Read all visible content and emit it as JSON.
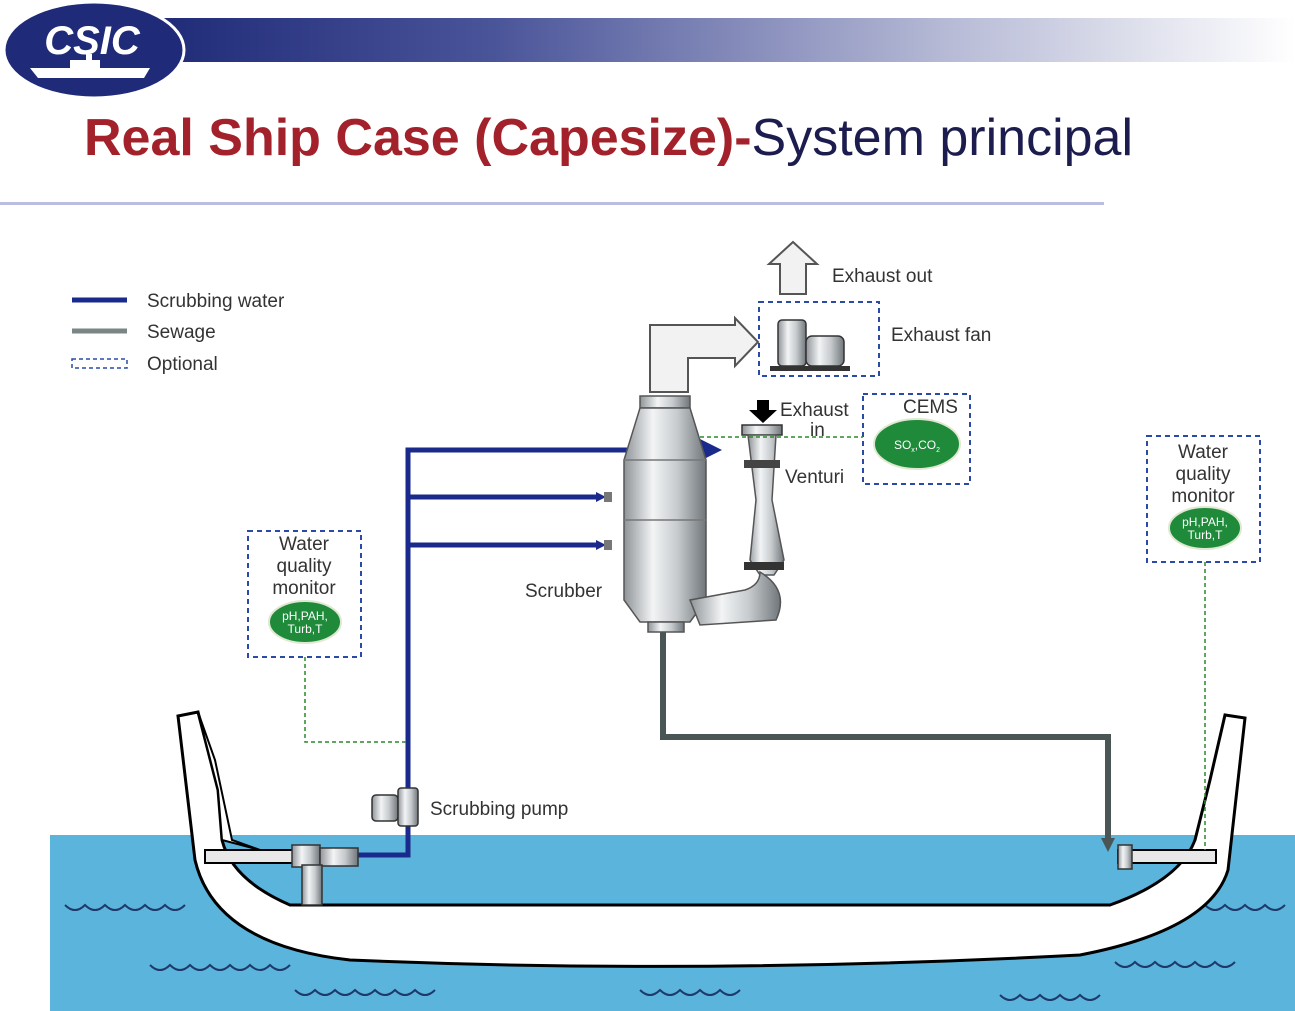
{
  "logo": {
    "text": "CSIC"
  },
  "title": {
    "part1": "Real Ship Case (Capesize)-",
    "part2": "System principal"
  },
  "legend": {
    "scrubbing_water": "Scrubbing water",
    "sewage": "Sewage",
    "optional": "Optional"
  },
  "labels": {
    "exhaust_out": "Exhaust out",
    "exhaust_fan": "Exhaust fan",
    "exhaust_in_1": "Exhaust",
    "exhaust_in_2": "in",
    "cems": "CEMS",
    "venturi": "Venturi",
    "scrubber": "Scrubber",
    "scrubbing_pump": "Scrubbing pump"
  },
  "wqm_left": {
    "l1": "Water",
    "l2": "quality",
    "l3": "monitor",
    "p1": "pH,PAH,",
    "p2": "Turb,T"
  },
  "wqm_right": {
    "l1": "Water",
    "l2": "quality",
    "l3": "monitor",
    "p1": "pH,PAH,",
    "p2": "Turb,T"
  },
  "colors": {
    "scrubbing_water": "#1a2a8c",
    "sewage": "#4a5656",
    "optional": "#2a8a2a",
    "sea": "#5bb4dc",
    "title_red": "#a3212a"
  }
}
